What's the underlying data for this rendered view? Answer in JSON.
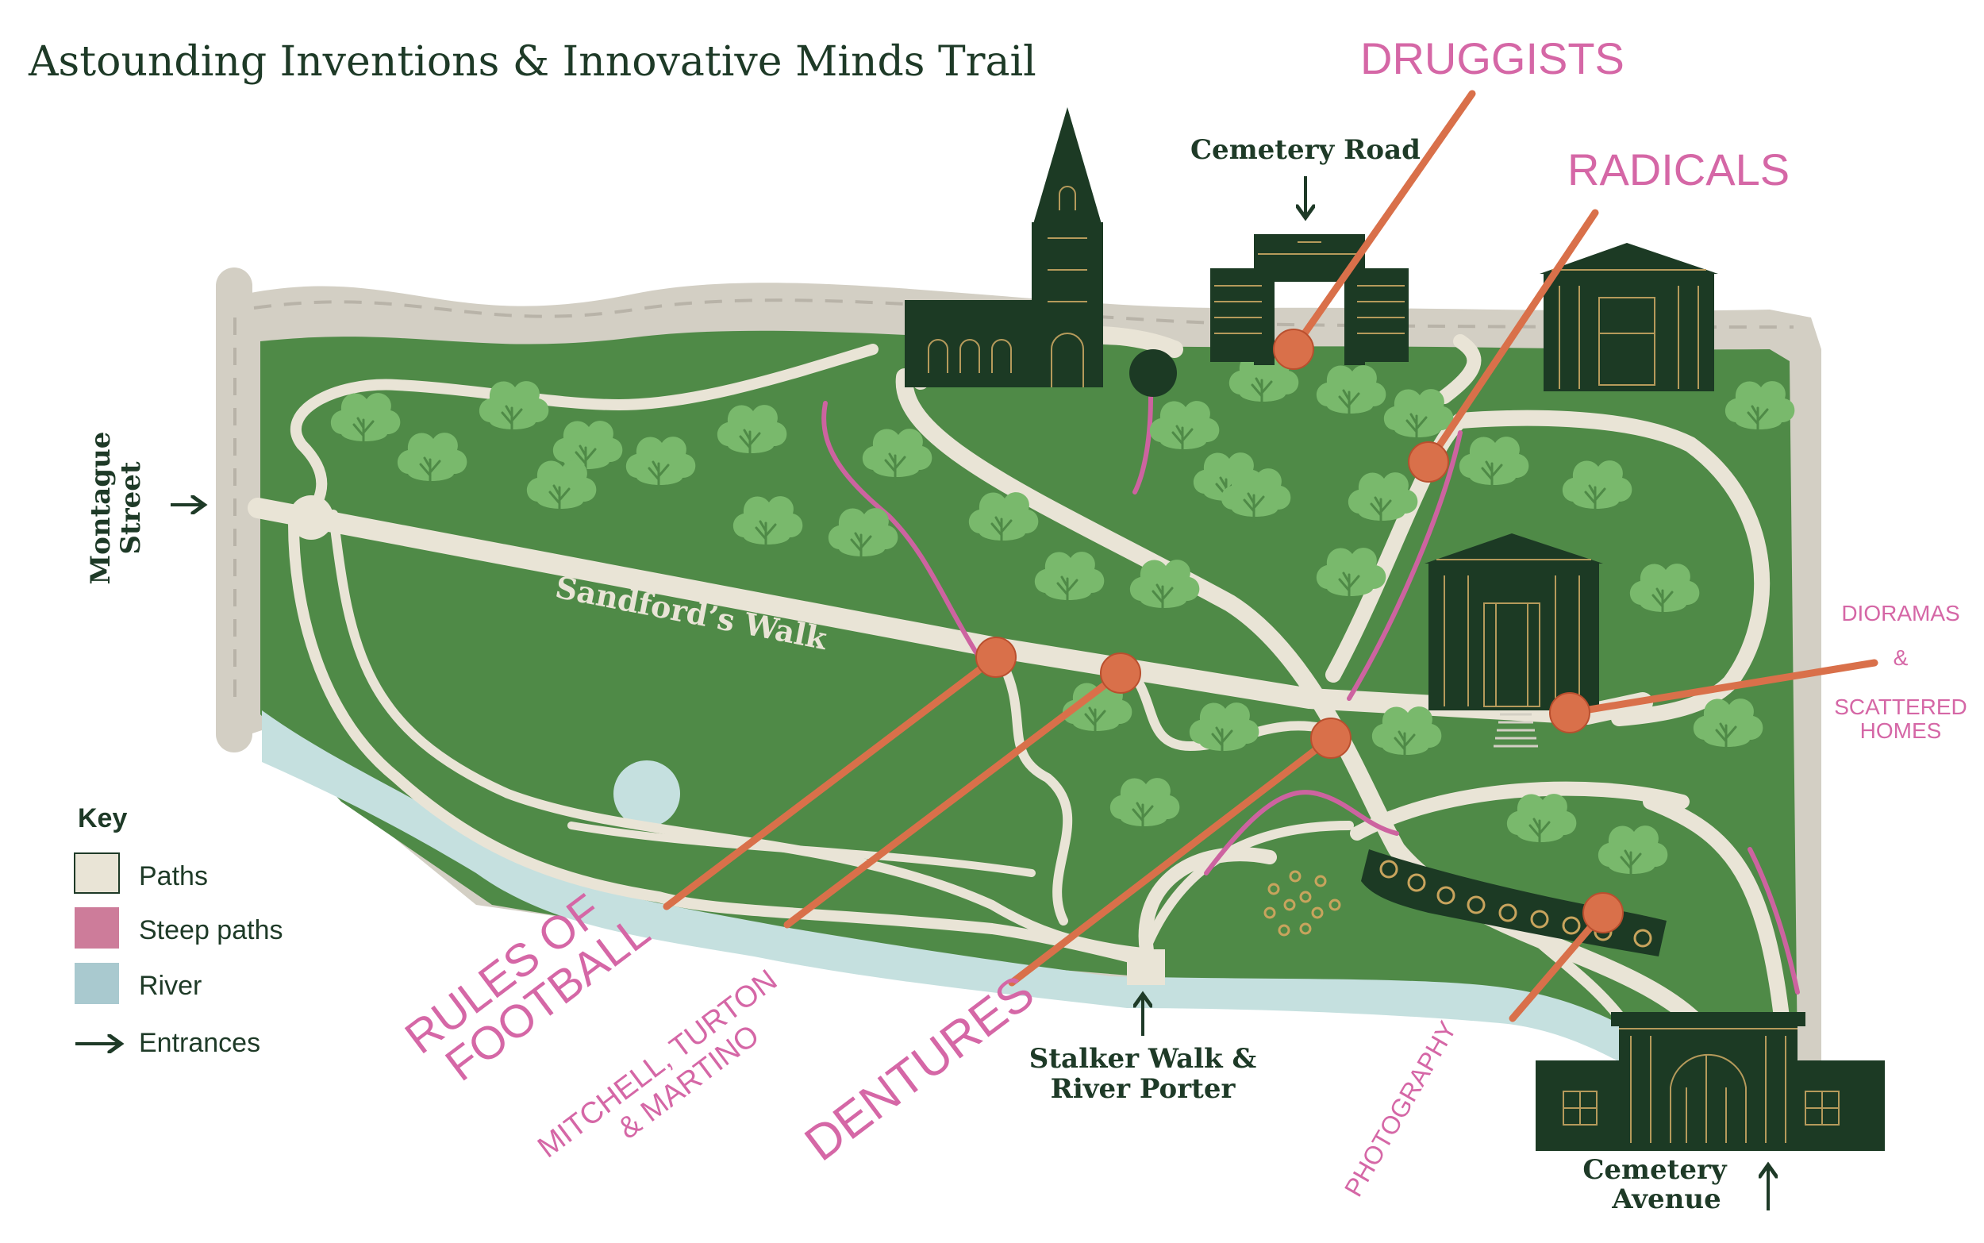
{
  "title": "Astounding Inventions & Innovative Minds Trail",
  "places": {
    "cemetery_road": "Cemetery Road",
    "montague_street_1": "Montague",
    "montague_street_2": "Street",
    "stalker_walk_1": "Stalker Walk &",
    "stalker_walk_2": "River Porter",
    "cemetery_avenue_1": "Cemetery",
    "cemetery_avenue_2": "Avenue",
    "sandfords_walk": "Sandford’s Walk"
  },
  "points_of_interest": {
    "druggists": "DRUGGISTS",
    "radicals": "RADICALS",
    "dioramas_1": "DIORAMAS",
    "dioramas_amp": "&",
    "dioramas_2": "SCATTERED",
    "dioramas_3": "HOMES",
    "rules_1": "RULES OF",
    "rules_2": "FOOTBALL",
    "mitchell_1": "MITCHELL, TURTON",
    "mitchell_2": "& MARTINO",
    "dentures": "DENTURES",
    "photography": "PHOTOGRAPHY"
  },
  "key": {
    "heading": "Key",
    "items": [
      {
        "label": "Paths",
        "color": "#e9e4d6"
      },
      {
        "label": "Steep paths",
        "color": "#cd7c9a"
      },
      {
        "label": "River",
        "color": "#a9c9cf"
      },
      {
        "label": "Entrances",
        "color": "#1e3a27"
      }
    ]
  },
  "colors": {
    "park_green": "#4f8a47",
    "tree_green": "#79b96c",
    "path": "#e9e4d6",
    "border_road": "#d3cfc4",
    "steep": "#cd63a0",
    "river": "#c5e0df",
    "building": "#1c3a24",
    "building_line": "#b59a5b",
    "pin": "#d9704a",
    "label_pink": "#d567a6",
    "dark_text": "#1e3a27"
  },
  "icons": [
    "arrow-icon",
    "tree-icon",
    "church-icon",
    "gate-icon",
    "temple-icon",
    "pin-icon"
  ]
}
